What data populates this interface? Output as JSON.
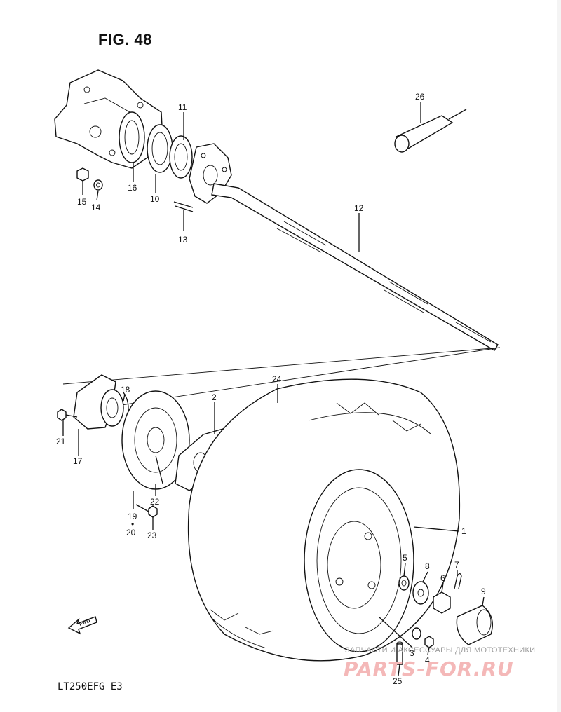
{
  "figure": {
    "title": "FIG. 48",
    "model_code": "LT250EFG E3"
  },
  "direction_marker": {
    "label": "FWD",
    "icon": "arrow-icon"
  },
  "callouts": {
    "c1": "1",
    "c2": "2",
    "c3": "3",
    "c4": "4",
    "c5": "5",
    "c6": "6",
    "c7": "7",
    "c8": "8",
    "c9": "9",
    "c10": "10",
    "c11": "11",
    "c12": "12",
    "c13": "13",
    "c14": "14",
    "c15": "15",
    "c16": "16",
    "c17": "17",
    "c18": "18",
    "c19": "19",
    "c20": "20",
    "c21": "21",
    "c22": "22",
    "c23": "23",
    "c24": "24",
    "c25": "25",
    "c26": "26"
  },
  "watermark": {
    "subtitle": "ЗАПЧАСТИ И АКСЕССУАРЫ ДЛЯ МОТОТЕХНИКИ",
    "site": "PARTS-FOR.RU",
    "color": "#f4b8b8"
  }
}
